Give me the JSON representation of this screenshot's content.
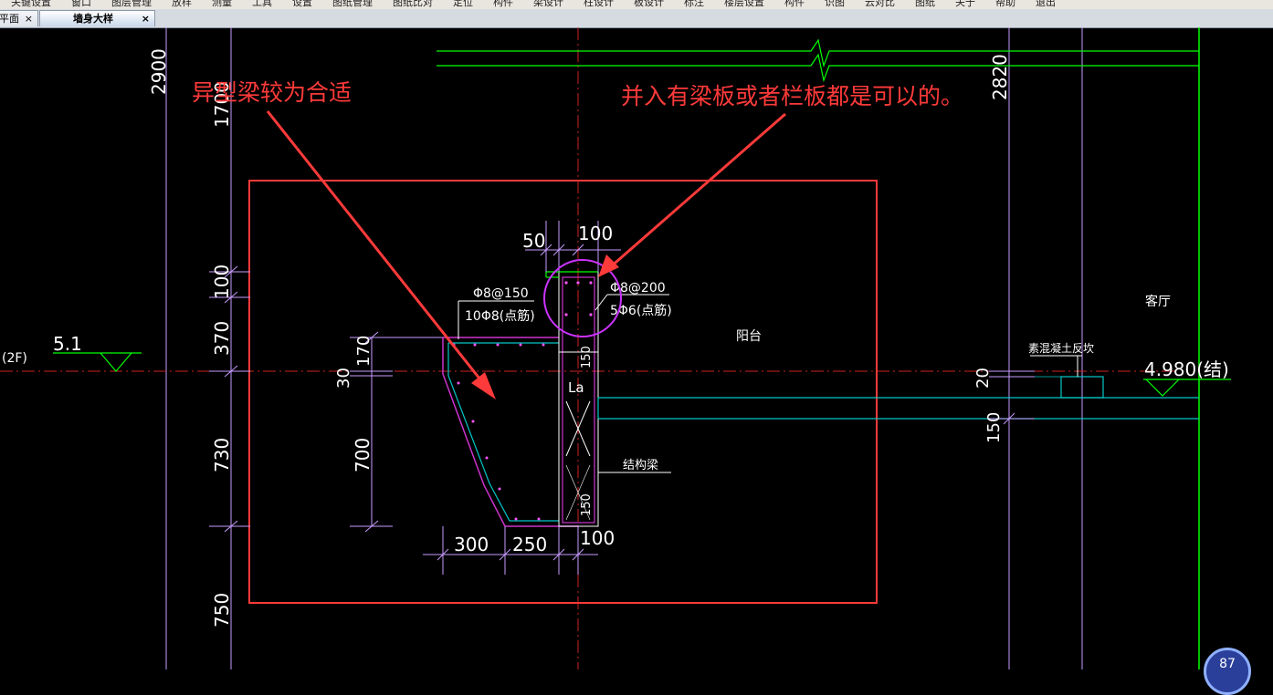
{
  "toolbar": {
    "items": [
      "关键设置",
      "窗口",
      "图层管理",
      "放样",
      "测量",
      "工具",
      "设置",
      "图纸管理",
      "图纸比对",
      "定位",
      "构件",
      "梁设计",
      "柱设计",
      "板设计",
      "标注",
      "楼层设置",
      "构件",
      "识图",
      "云对比",
      "图纸",
      "关于",
      "帮助",
      "退出"
    ]
  },
  "tabs": [
    {
      "label": "平面",
      "close": "×"
    },
    {
      "label": "墙身大样",
      "close": "×"
    }
  ],
  "annotations": {
    "left_note": "异型梁较为合适",
    "right_note": "并入有梁板或者栏板都是可以的。"
  },
  "dims_left": {
    "d2900": "2900",
    "d1700": "1700",
    "d100": "100",
    "d370": "370",
    "d730": "730",
    "d750": "750",
    "d170": "170",
    "d30": "30",
    "d700": "700"
  },
  "dims_top": {
    "d50": "50",
    "d100": "100"
  },
  "dims_bottom": {
    "d300": "300",
    "d250": "250",
    "d100": "100"
  },
  "dims_right": {
    "d2820": "2820",
    "d20": "20",
    "d150": "150"
  },
  "rebar": {
    "left_stirrup": "Φ8@150",
    "left_long": "10Φ8(点筋)",
    "right_stirrup": "Φ8@200",
    "right_long": "5Φ6(点筋)"
  },
  "labels": {
    "balcony": "阳台",
    "living_room": "客厅",
    "structural_beam": "结构梁",
    "concrete_curb": "素混凝土反坎",
    "la": "La",
    "inner150a": "150",
    "inner150b": "150"
  },
  "levels": {
    "left_level": "5.1",
    "left_floor": "(2F)",
    "right_level": "4.980(结)"
  },
  "widget": {
    "value": "87"
  },
  "colors": {
    "annotation_red": "#ff3a3a",
    "highlight_magenta": "#cc33ff",
    "cad_white": "#ffffff",
    "cad_green": "#00ff00",
    "cad_cyan": "#00c8c8",
    "cad_magenta": "#cc33cc",
    "cad_lavender": "#c89bff"
  }
}
